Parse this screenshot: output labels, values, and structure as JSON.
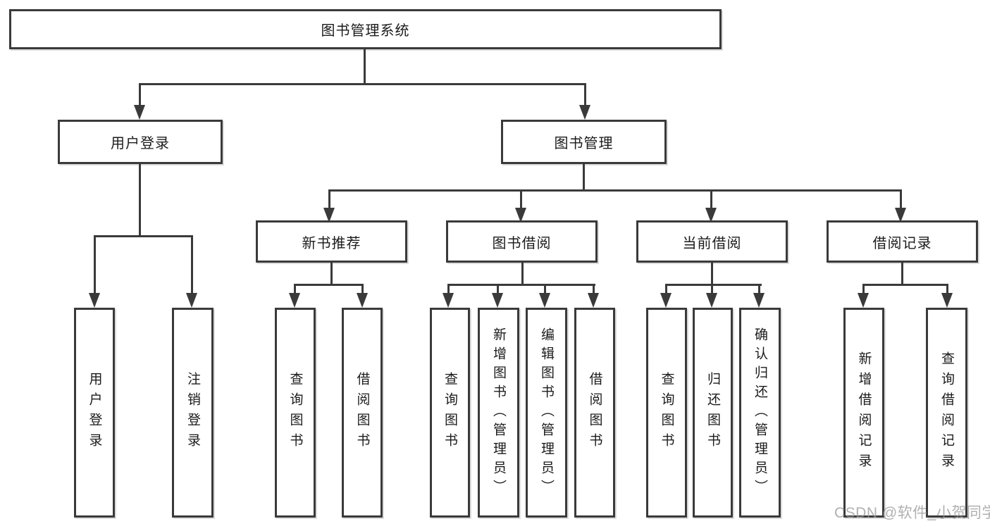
{
  "diagram": {
    "title": "图书管理系统",
    "root": {
      "label": "图书管理系统"
    },
    "branches": [
      {
        "label": "用户登录",
        "children": [
          "用户登录",
          "注销登录"
        ]
      },
      {
        "label": "图书管理",
        "modules": [
          {
            "label": "新书推荐",
            "children": [
              "查询图书",
              "借阅图书"
            ]
          },
          {
            "label": "图书借阅",
            "children": [
              "查询图书",
              "新增图书（管理员）",
              "编辑图书（管理员）",
              "借阅图书"
            ]
          },
          {
            "label": "当前借阅",
            "children": [
              "查询图书",
              "归还图书",
              "确认归还（管理员）"
            ]
          },
          {
            "label": "借阅记录",
            "children": [
              "新增借阅记录",
              "查询借阅记录"
            ]
          }
        ]
      }
    ]
  },
  "watermark": {
    "text": "CSDN @软件_小贺同学"
  },
  "colors": {
    "line": "#3a3a3a",
    "text": "#1b1b1b",
    "background": "#ffffff",
    "watermark": "#969696"
  }
}
